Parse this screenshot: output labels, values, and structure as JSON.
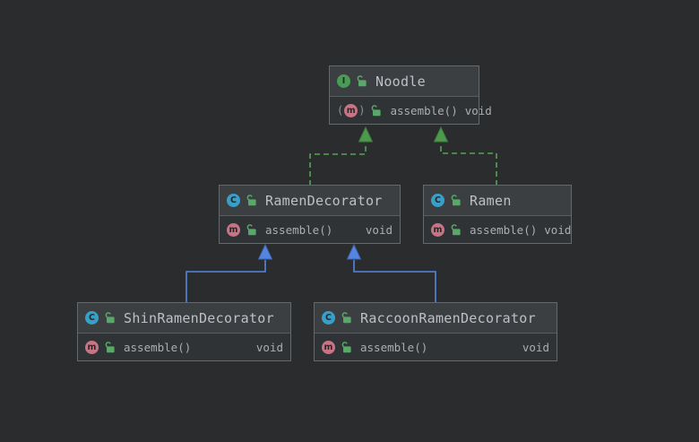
{
  "canvas": {
    "background": "#2A2C2D"
  },
  "colors": {
    "node_header_bg": "#3C3F42",
    "node_body_bg": "#303335",
    "node_border": "#65696B",
    "name_text": "#BDC1C5",
    "member_text": "#A9AEB2",
    "interface_icon_bg": "#499C54",
    "class_icon_bg": "#38A0C8",
    "method_icon_bg": "#C97484",
    "lock_icon": "#59A869",
    "realization_edge": "#55A355",
    "inheritance_edge": "#5585E0"
  },
  "icons": {
    "interface_letter": "I",
    "class_letter": "C",
    "method_letter": "m",
    "abstract_paren_open": "(",
    "abstract_paren_close": ")"
  },
  "nodes": [
    {
      "id": "noodle",
      "kind": "interface",
      "name": "Noodle",
      "members": [
        {
          "signature": "assemble()",
          "type": "void",
          "abstract": true,
          "visibility": "public"
        }
      ]
    },
    {
      "id": "ramen-decorator",
      "kind": "class",
      "name": "RamenDecorator",
      "members": [
        {
          "signature": "assemble()",
          "type": "void",
          "abstract": false,
          "visibility": "public"
        }
      ]
    },
    {
      "id": "ramen",
      "kind": "class",
      "name": "Ramen",
      "members": [
        {
          "signature": "assemble()",
          "type": "void",
          "abstract": false,
          "visibility": "public"
        }
      ]
    },
    {
      "id": "shin-ramen-decorator",
      "kind": "class",
      "name": "ShinRamenDecorator",
      "members": [
        {
          "signature": "assemble()",
          "type": "void",
          "abstract": false,
          "visibility": "public"
        }
      ]
    },
    {
      "id": "raccoon-ramen-decorator",
      "kind": "class",
      "name": "RaccoonRamenDecorator",
      "members": [
        {
          "signature": "assemble()",
          "type": "void",
          "abstract": false,
          "visibility": "public"
        }
      ]
    }
  ],
  "edges": [
    {
      "from": "RamenDecorator",
      "to": "Noodle",
      "relation": "realization",
      "line": "dashed",
      "color": "#55A355"
    },
    {
      "from": "Ramen",
      "to": "Noodle",
      "relation": "realization",
      "line": "dashed",
      "color": "#55A355"
    },
    {
      "from": "ShinRamenDecorator",
      "to": "RamenDecorator",
      "relation": "inheritance",
      "line": "solid",
      "color": "#5585E0"
    },
    {
      "from": "RaccoonRamenDecorator",
      "to": "RamenDecorator",
      "relation": "inheritance",
      "line": "solid",
      "color": "#5585E0"
    }
  ]
}
